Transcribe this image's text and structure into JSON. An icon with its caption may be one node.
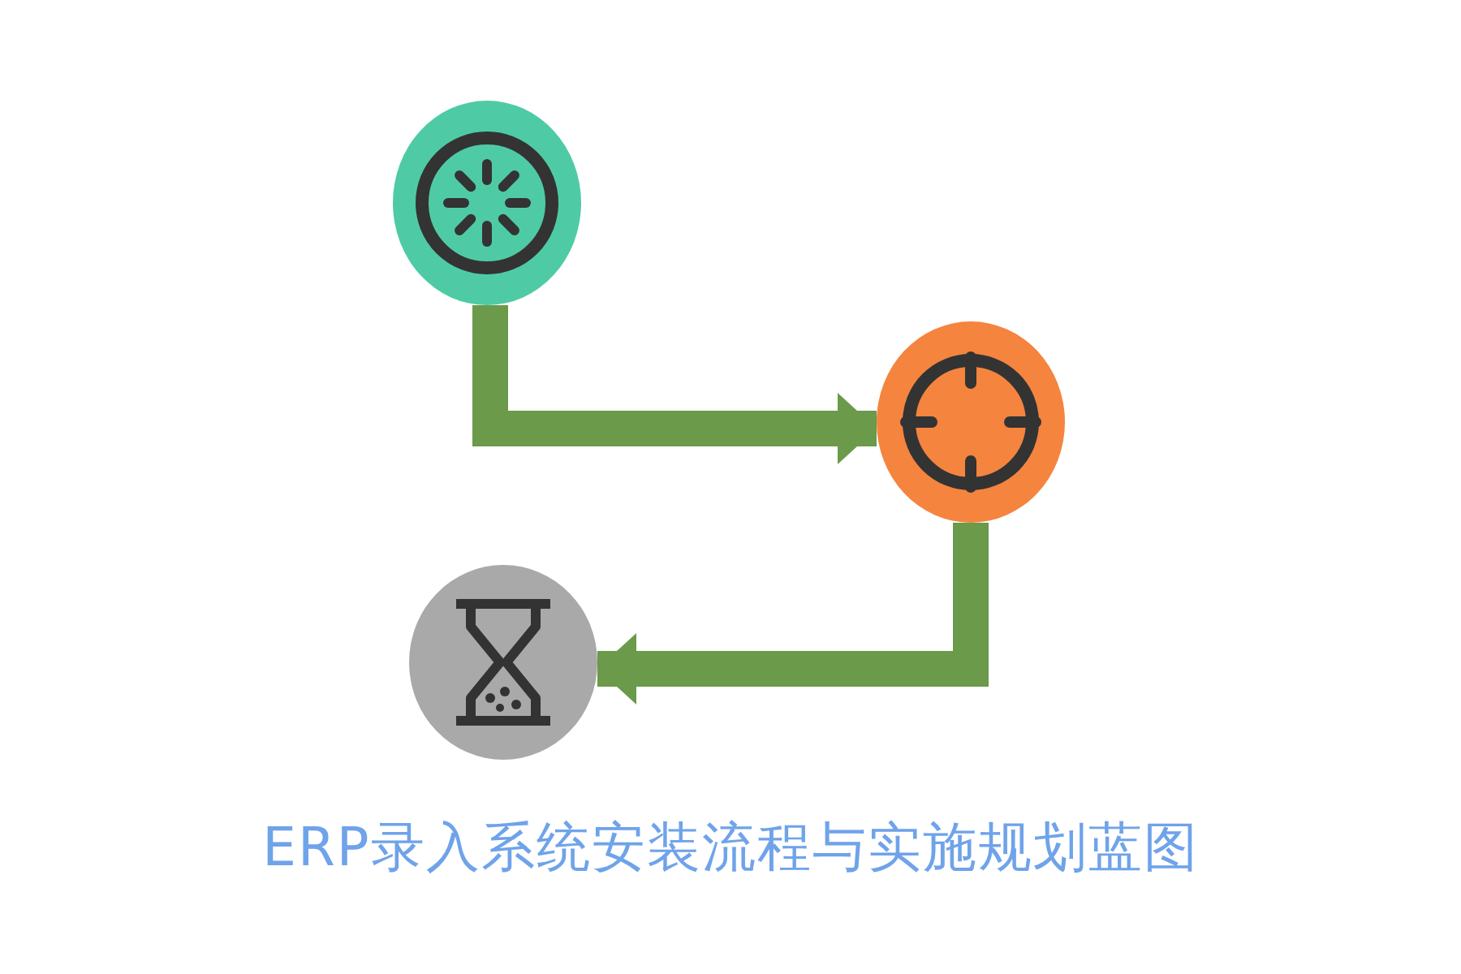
{
  "diagram": {
    "title": "ERP录入系统安装流程与实施规划蓝图",
    "nodes": [
      {
        "text": [],
        "shape": "circle"
      },
      {
        "text": [],
        "shape": "circle"
      },
      {
        "text": [],
        "shape": "circle"
      }
    ],
    "edges": [
      {
        "from": 0,
        "to": 1,
        "arrow": "to"
      },
      {
        "from": 1,
        "to": 2,
        "arrow": "to"
      }
    ]
  }
}
